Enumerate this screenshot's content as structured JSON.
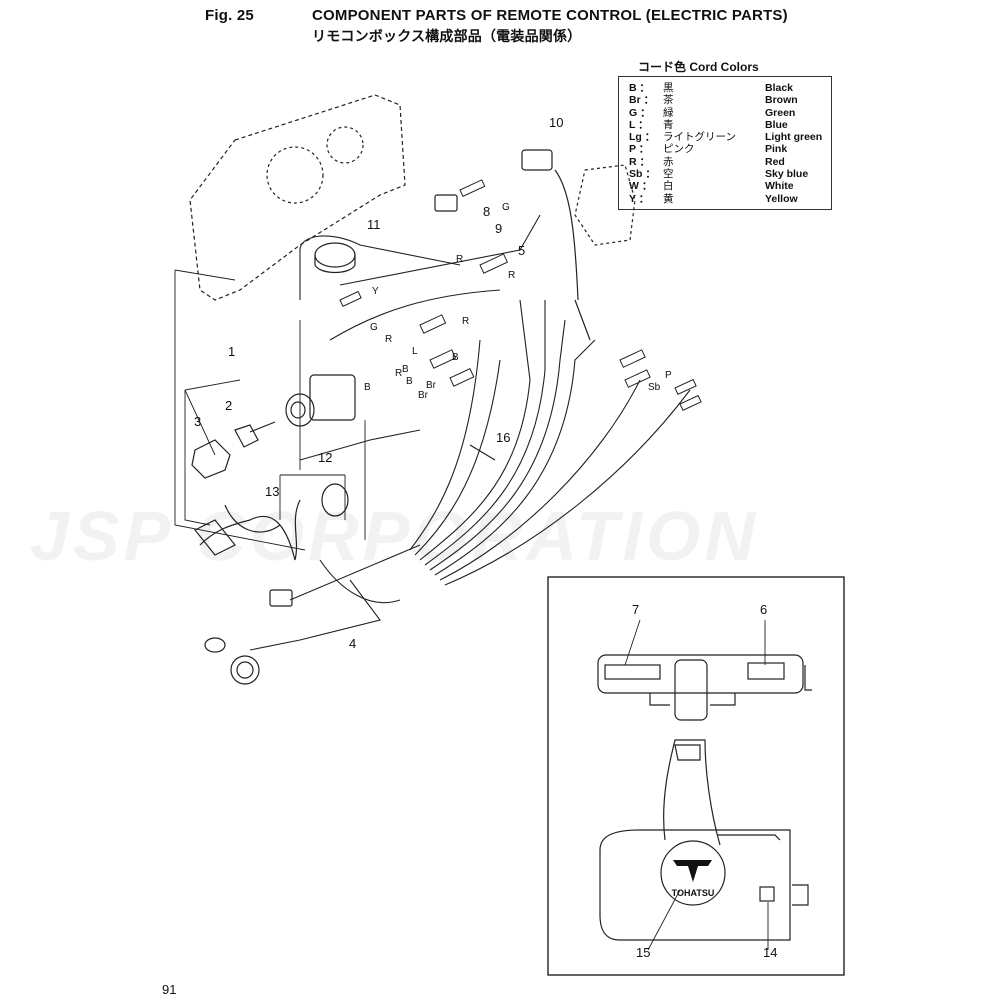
{
  "header": {
    "fig_label": "Fig. 25",
    "title_en": "COMPONENT PARTS OF REMOTE CONTROL (ELECTRIC PARTS)",
    "title_ja": "リモコンボックス構成部品（電装品関係）"
  },
  "cord_colors": {
    "caption": "コード色  Cord Colors",
    "rows": [
      {
        "code": "B  ：",
        "ja": "黒",
        "en": "Black"
      },
      {
        "code": "Br ：",
        "ja": "茶",
        "en": "Brown"
      },
      {
        "code": "G  ：",
        "ja": "緑",
        "en": "Green"
      },
      {
        "code": "L  ：",
        "ja": "青",
        "en": "Blue"
      },
      {
        "code": "Lg ：",
        "ja": "ライトグリーン",
        "en": "Light green"
      },
      {
        "code": "P  ：",
        "ja": "ピンク",
        "en": "Pink"
      },
      {
        "code": "R  ：",
        "ja": "赤",
        "en": "Red"
      },
      {
        "code": "Sb ：",
        "ja": "空",
        "en": "Sky blue"
      },
      {
        "code": "W  ：",
        "ja": "白",
        "en": "White"
      },
      {
        "code": "Y  ：",
        "ja": "黄",
        "en": "Yellow"
      }
    ]
  },
  "callouts": [
    "1",
    "2",
    "3",
    "4",
    "5",
    "6",
    "7",
    "8",
    "9",
    "10",
    "11",
    "12",
    "13",
    "14",
    "15",
    "16"
  ],
  "wire_labels": [
    "G",
    "R",
    "R",
    "Y",
    "G",
    "R",
    "R",
    "R",
    "L",
    "B",
    "B",
    "B",
    "Br",
    "Br",
    "B",
    "P",
    "Sb"
  ],
  "logo_text": "TOHATSU",
  "watermark": "JSP CORPORATION",
  "page_number": "91"
}
